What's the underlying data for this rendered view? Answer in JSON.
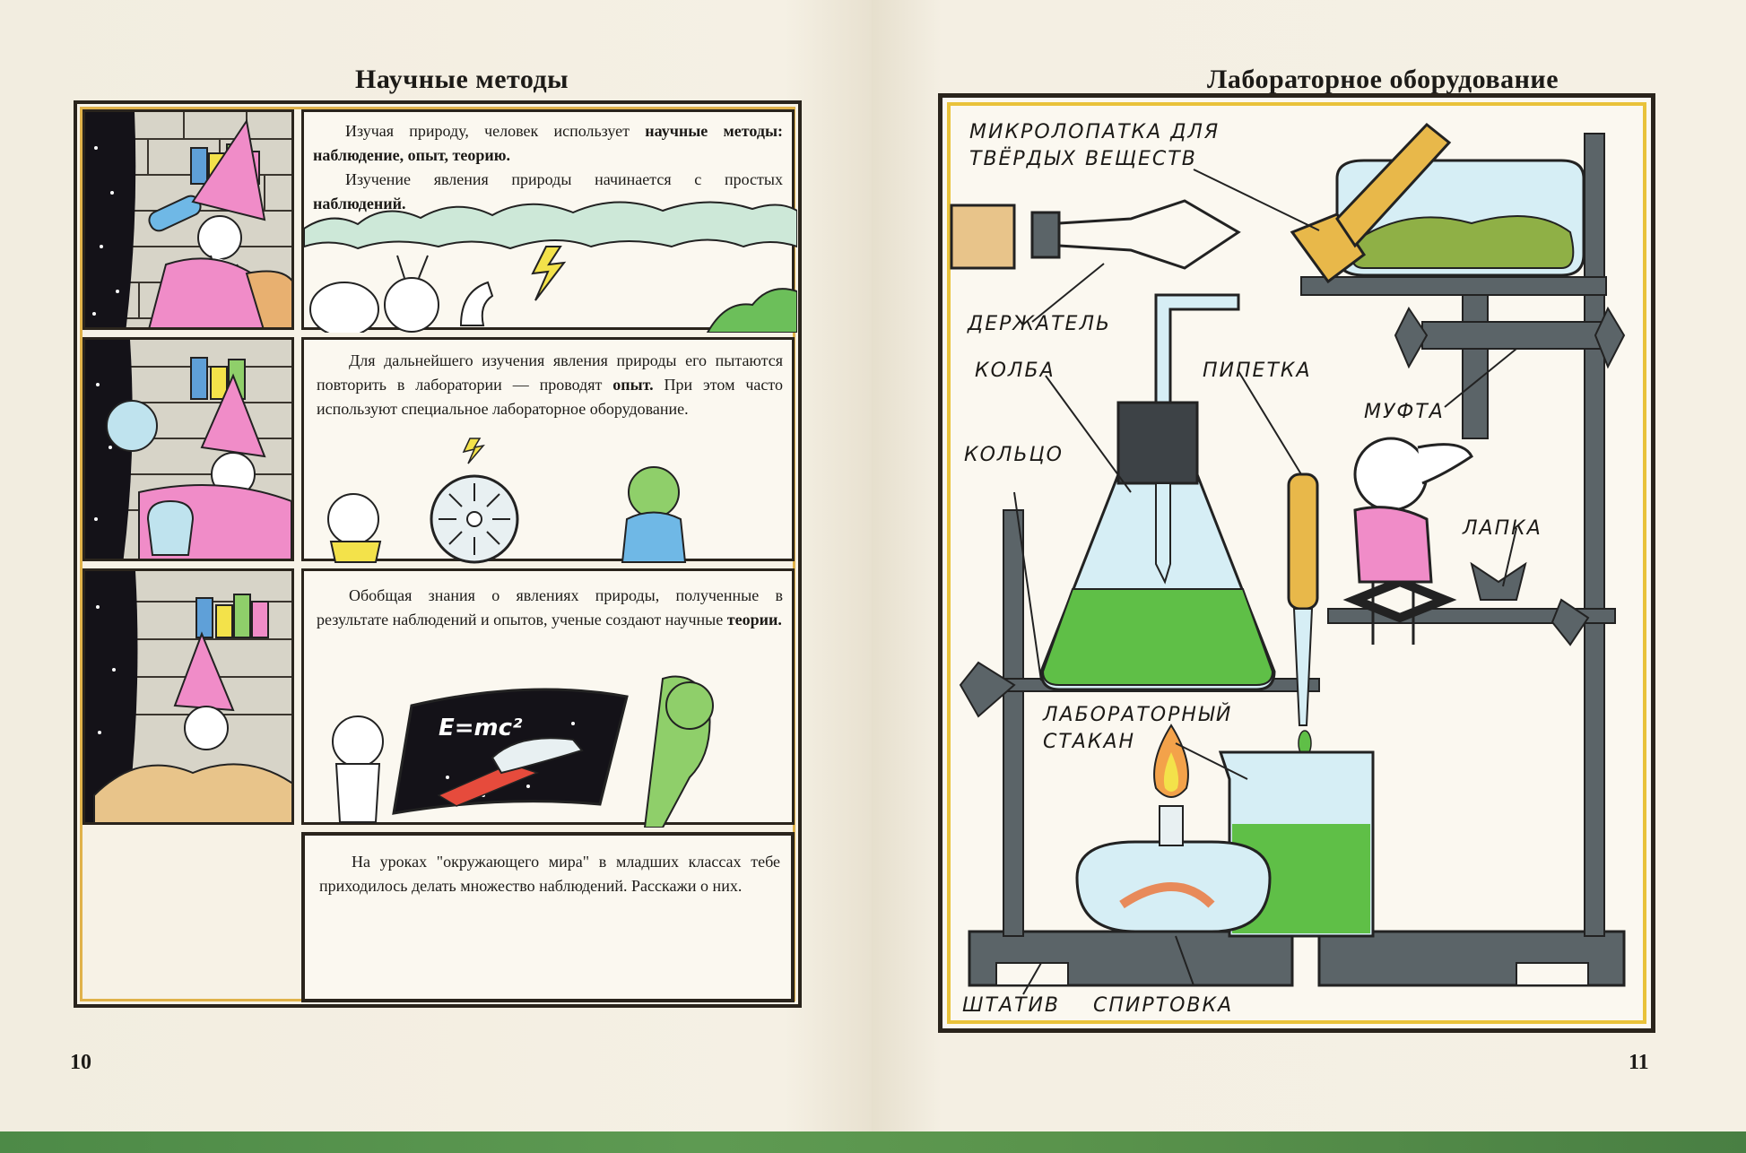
{
  "left_page": {
    "title": "Научные методы",
    "page_number": "10",
    "panel1": {
      "p1_a": "Изучая природу, человек использует ",
      "p1_b": "научные методы: наблюдение, опыт, теорию.",
      "p2_a": "Изучение явления природы начинается с простых ",
      "p2_b": "наблюдений."
    },
    "panel2": {
      "p1_a": "Для дальнейшего изучения явления природы его пытаются повторить в лаборатории — проводят ",
      "p1_b": "опыт.",
      "p1_c": " При этом часто используют специальное лабораторное оборудование."
    },
    "panel3": {
      "p1_a": "Обобщая знания о явлениях природы, полученные в результате наблюдений и опытов, ученые создают научные ",
      "p1_b": "теории.",
      "formula": "E=mc²"
    },
    "panel4": {
      "p1": "На уроках \"окружающего мира\" в младших классах тебе приходилось делать множество наблюдений. Расскажи о них."
    }
  },
  "right_page": {
    "title": "Лабораторное оборудование",
    "page_number": "11",
    "labels": {
      "spatula": "МИКРОЛОПАТКА ДЛЯ ТВЁРДЫХ ВЕЩЕСТВ",
      "spatula_line1": "МИКРОЛОПАТКА ДЛЯ",
      "spatula_line2": "ТВЁРДЫХ ВЕЩЕСТВ",
      "holder": "ДЕРЖАТЕЛЬ",
      "flask": "КОЛБА",
      "pipette": "ПИПЕТКА",
      "clamp": "МУФТА",
      "ring": "КОЛЬЦО",
      "paw": "ЛАПКА",
      "beaker_line1": "ЛАБОРАТОРНЫЙ",
      "beaker_line2": "СТАКАН",
      "stand": "ШТАТИВ",
      "burner": "СПИРТОВКА"
    }
  },
  "colors": {
    "frame_gold": "#e0b24a",
    "liquid_green": "#5fbf47",
    "glass_blue": "#bfe3ee",
    "stand_gray": "#5b6468",
    "wizard_pink": "#f08cc8"
  }
}
